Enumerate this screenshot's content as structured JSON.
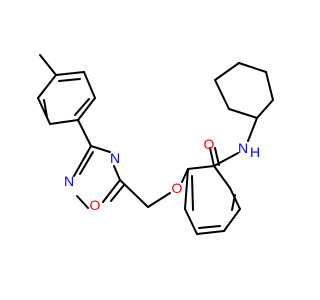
{
  "molecule": {
    "atoms": [
      {
        "id": "o_ether",
        "label": "O",
        "color": "#ff0000"
      },
      {
        "id": "o_ring",
        "label": "O",
        "color": "#ff0000"
      },
      {
        "id": "n_ring_upper",
        "label": "N",
        "color": "#0000ff"
      },
      {
        "id": "n_ring_lower",
        "label": "N",
        "color": "#0000ff"
      },
      {
        "id": "o_carbonyl",
        "label": "O",
        "color": "#ff0000"
      },
      {
        "id": "n_amide",
        "label": "N",
        "color": "#0000ff"
      },
      {
        "id": "h_amide",
        "label": "H",
        "color": "#0000ff"
      }
    ]
  }
}
